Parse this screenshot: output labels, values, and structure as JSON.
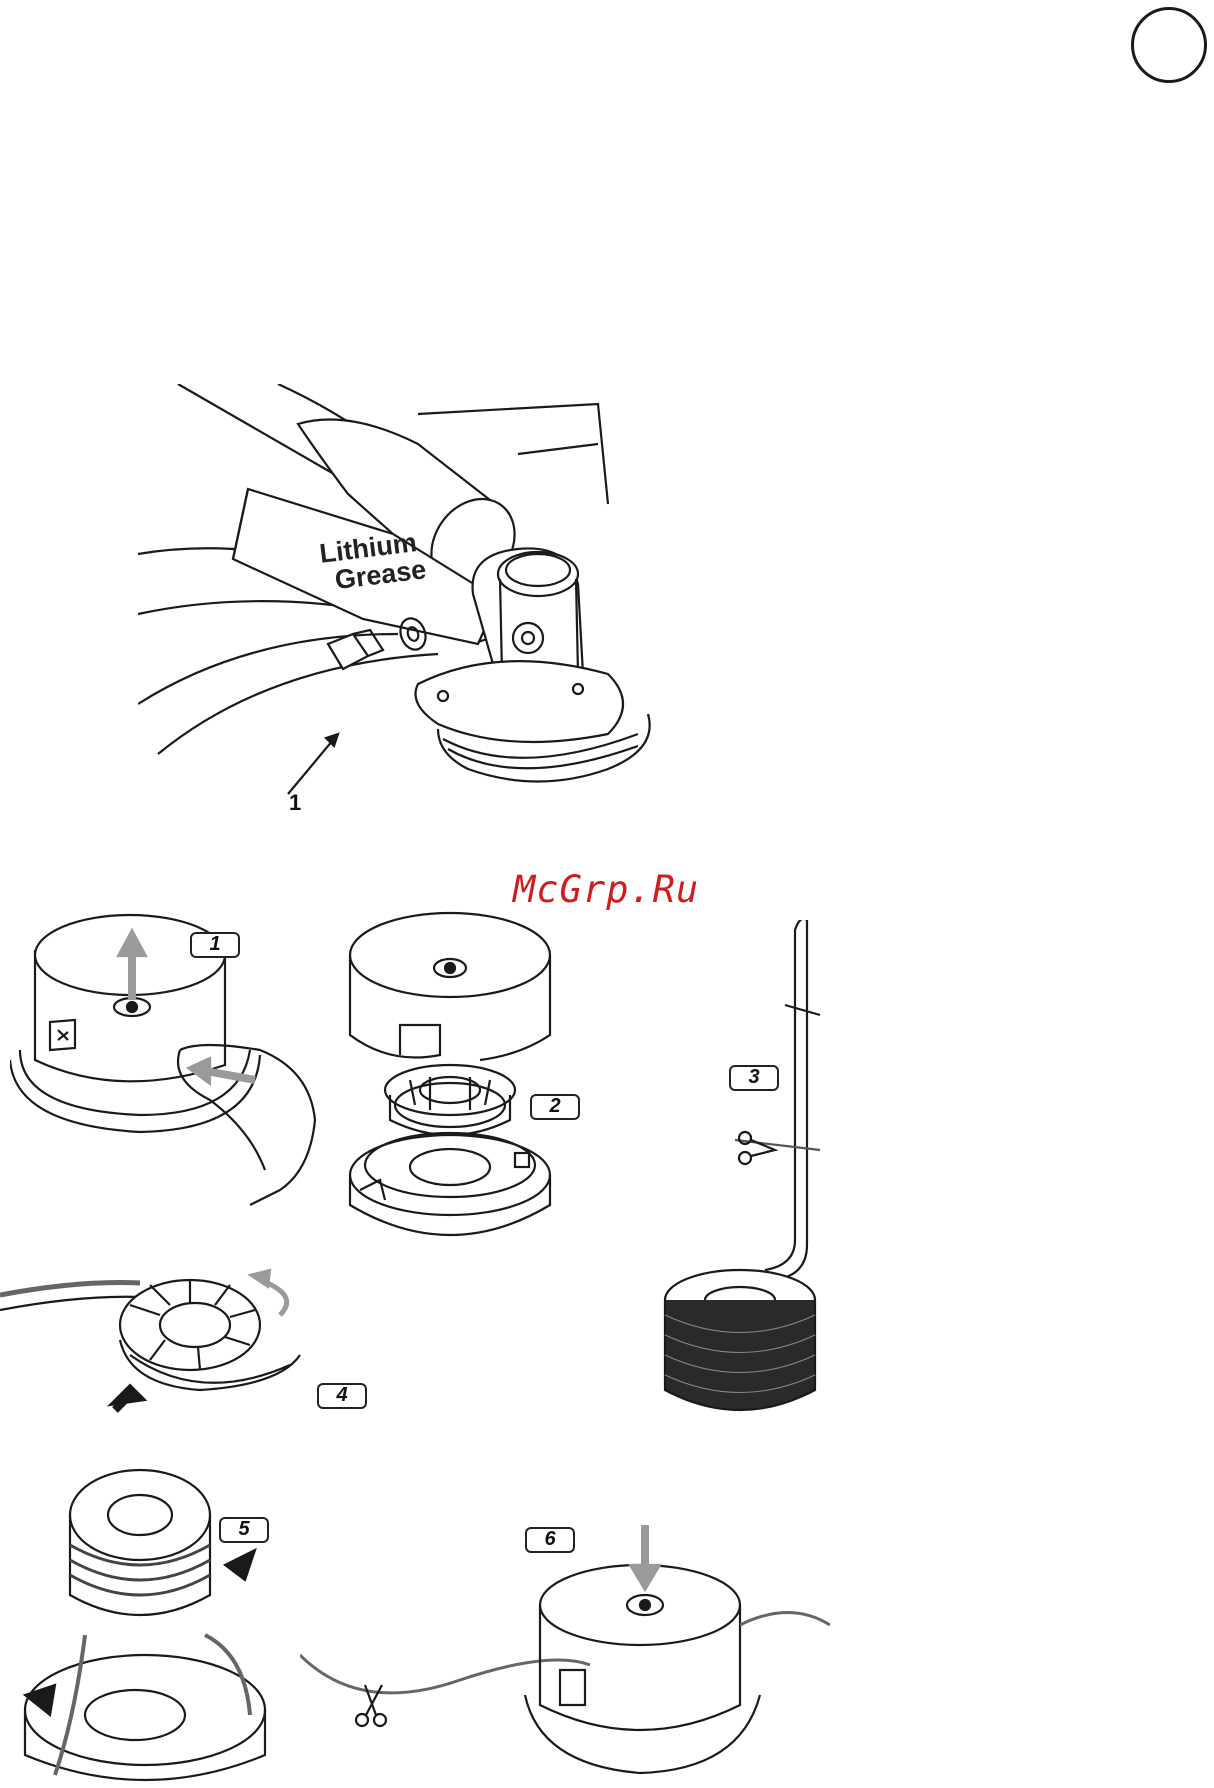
{
  "corner_marker": "",
  "grease_figure": {
    "tube_text_line1": "Lithium",
    "tube_text_line2": "Grease",
    "callout_number": "1"
  },
  "watermark": "McGrp.Ru",
  "steps": [
    {
      "number": "1"
    },
    {
      "number": "2"
    },
    {
      "number": "3"
    },
    {
      "number": "4"
    },
    {
      "number": "5"
    },
    {
      "number": "6"
    }
  ],
  "colors": {
    "line": "#1a1a1a",
    "watermark": "#d01d1d",
    "arrow_gray": "#9a9a9a"
  }
}
